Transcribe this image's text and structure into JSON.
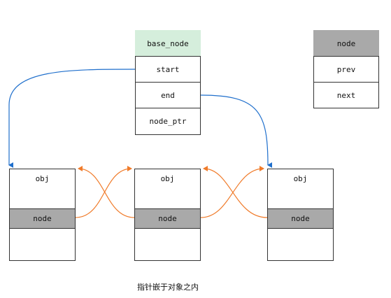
{
  "base_node": {
    "title": "base_node",
    "rows": [
      "start",
      "end",
      "node_ptr"
    ]
  },
  "node_legend": {
    "title": "node",
    "rows": [
      "prev",
      "next"
    ]
  },
  "objects": [
    {
      "label": "obj",
      "node_label": "node"
    },
    {
      "label": "obj",
      "node_label": "node"
    },
    {
      "label": "obj",
      "node_label": "node"
    }
  ],
  "caption": "指针嵌于对象之内",
  "colors": {
    "pointer_blue": "#1f6fcc",
    "link_orange": "#f07b2a",
    "header_green": "#d5eedc",
    "node_grey": "#a9a9a9"
  }
}
